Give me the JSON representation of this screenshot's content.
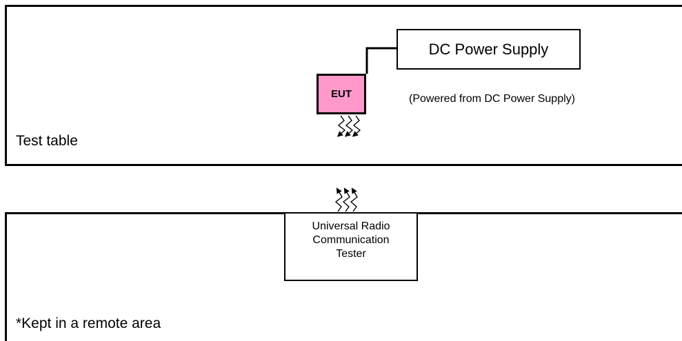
{
  "test_table": {
    "label": "Test table",
    "dc_power_supply": "DC Power Supply",
    "eut": {
      "label": "EUT",
      "fill_color": "#ff99cc"
    },
    "note": "(Powered from DC Power Supply)"
  },
  "remote_area": {
    "label": "*Kept in a remote area",
    "tester": {
      "line1": "Universal Radio",
      "line2": "Communication",
      "line3": "Tester"
    }
  },
  "icons": [
    "radio-wave-down-icon",
    "radio-wave-up-icon"
  ]
}
